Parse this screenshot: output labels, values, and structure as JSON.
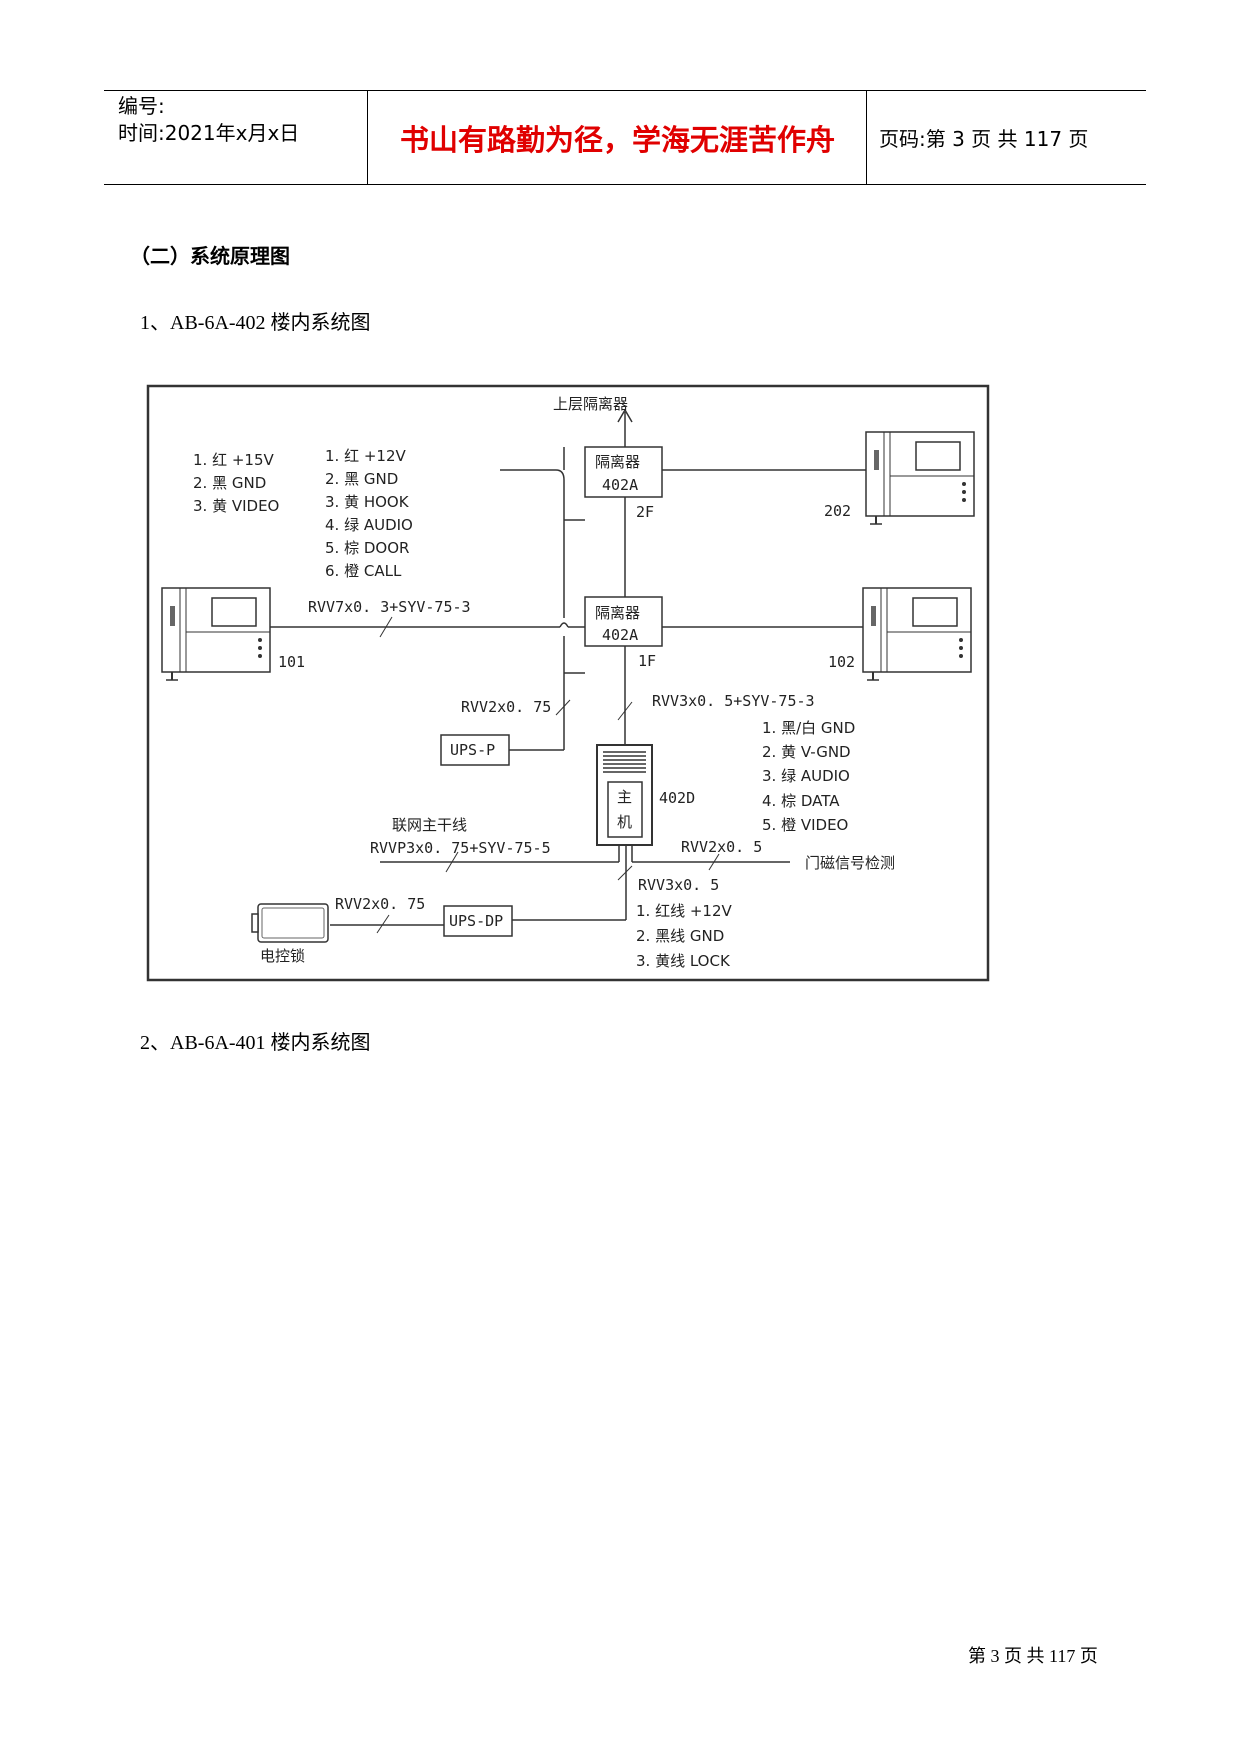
{
  "header": {
    "number_label": "编号:",
    "time_label": "时间:2021年x月x日",
    "motto": "书山有路勤为径，学海无涯苦作舟",
    "page_label": "页码:第 3 页  共 117 页"
  },
  "section_title": "（二）系统原理图",
  "sub1": "1、AB-6A-402 楼内系统图",
  "sub2": "2、AB-6A-401 楼内系统图",
  "diagram": {
    "upper_isolator": "上层隔离器",
    "isolator_label": "隔离器",
    "isolator_model": "402A",
    "floor_2": "2F",
    "floor_1": "1F",
    "unit_202": "202",
    "unit_101": "101",
    "unit_102": "102",
    "legend_a": [
      "1. 红  +15V",
      "2. 黑  GND",
      "3. 黄  VIDEO"
    ],
    "legend_b": [
      "1. 红  +12V",
      "2. 黑  GND",
      "3. 黄  HOOK",
      "4. 绿  AUDIO",
      "5. 棕  DOOR",
      "6. 橙  CALL"
    ],
    "cable_main": "RVV7x0. 3+SYV-75-3",
    "cable_ups": "RVV2x0. 75",
    "cable_host": "RVV3x0. 5+SYV-75-3",
    "ups_p": "UPS-P",
    "host_line1": "主",
    "host_line2": "机",
    "host_model": "402D",
    "legend_c": [
      "1. 黑/白  GND",
      "2. 黄  V-GND",
      "3. 绿  AUDIO",
      "4. 棕  DATA",
      "5. 橙  VIDEO"
    ],
    "network_trunk": "联网主干线",
    "network_cable": "RVVP3x0. 75+SYV-75-5",
    "door_cable": "RVV2x0. 5",
    "door_sensor": "门磁信号检测",
    "lock_cable": "RVV3x0. 5",
    "lock_cable2": "RVV2x0. 75",
    "ups_dp": "UPS-DP",
    "lock_label": "电控锁",
    "legend_d": [
      "1. 红线  +12V",
      "2. 黑线  GND",
      "3. 黄线  LOCK"
    ]
  },
  "footer": "第 3 页 共 117 页"
}
